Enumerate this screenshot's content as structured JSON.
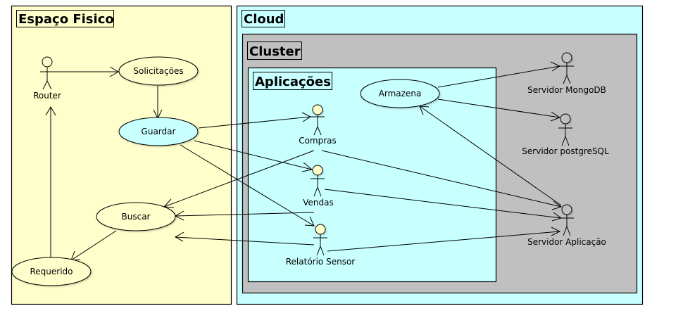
{
  "diagram": {
    "type": "uml-use-case",
    "colors": {
      "espaco_fisico_fill": "#ffffcc",
      "cloud_fill": "#c8ffff",
      "cluster_fill": "#c0c0c0",
      "aplicacoes_fill": "#c8ffff",
      "usecase_fill_default": "#ffffcc",
      "usecase_fill_highlight": "#c8ffff",
      "actor_head_highlight": "#ffffcc",
      "stroke": "#000000"
    },
    "packages": {
      "espaco_fisico": "Espaço Fisico",
      "cloud": "Cloud",
      "cluster": "Cluster",
      "aplicacoes": "Aplicações"
    },
    "actors": {
      "router": "Router",
      "compras": "Compras",
      "vendas": "Vendas",
      "relatorio_sensor": "Relatório Sensor",
      "servidor_mongodb": "Servidor MongoDB",
      "servidor_postgresql": "Servidor postgreSQL",
      "servidor_aplicacao": "Servidor Aplicação"
    },
    "usecases": {
      "solicitacoes": "Solicitações",
      "guardar": "Guardar",
      "buscar": "Buscar",
      "requerido": "Requerido",
      "armazena": "Armazena"
    },
    "relations": [
      {
        "from": "Router",
        "to": "Solicitações"
      },
      {
        "from": "Solicitações",
        "to": "Guardar"
      },
      {
        "from": "Guardar",
        "to": "Compras"
      },
      {
        "from": "Guardar",
        "to": "Vendas"
      },
      {
        "from": "Guardar",
        "to": "Relatório Sensor"
      },
      {
        "from": "Compras",
        "to": "Buscar"
      },
      {
        "from": "Vendas",
        "to": "Buscar"
      },
      {
        "from": "Relatório Sensor",
        "to": "Buscar"
      },
      {
        "from": "Buscar",
        "to": "Requerido"
      },
      {
        "from": "Requerido",
        "to": "Router"
      },
      {
        "from": "Armazena",
        "to": "Servidor MongoDB"
      },
      {
        "from": "Armazena",
        "to": "Servidor postgreSQL"
      },
      {
        "from": "Servidor Aplicação",
        "to": "Armazena"
      },
      {
        "from": "Compras",
        "to": "Servidor Aplicação"
      },
      {
        "from": "Vendas",
        "to": "Servidor Aplicação"
      },
      {
        "from": "Relatório Sensor",
        "to": "Servidor Aplicação"
      }
    ]
  }
}
